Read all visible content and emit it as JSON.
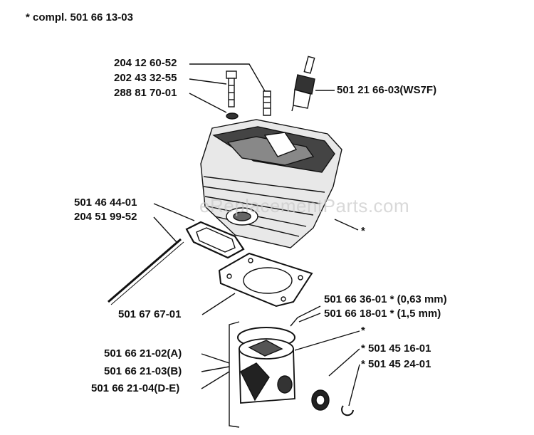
{
  "header": {
    "note": "*  compl. 501 66 13-03"
  },
  "watermark": "eReplacementParts.com",
  "parts": {
    "bolt_top": "204 12 60-52",
    "bolt_mid": "202 43 32-55",
    "washer": "288 81 70-01",
    "spark_plug": "501 21 66-03(WS7F)",
    "decomp_valve": "501 46 44-01",
    "stud": "204 51 99-52",
    "gasket": "501 67 67-01",
    "cylinder_star": "*",
    "ring_a": "501 66 36-01  * (0,63 mm)",
    "ring_b": "501 66 18-01  * (1,5 mm)",
    "piston_star": "*",
    "piston_a": "501 66 21-02(A)",
    "piston_b": "501 66 21-03(B)",
    "piston_c": "501 66 21-04(D-E)",
    "pin": "*  501 45 16-01",
    "circlip": "*  501 45 24-01"
  }
}
